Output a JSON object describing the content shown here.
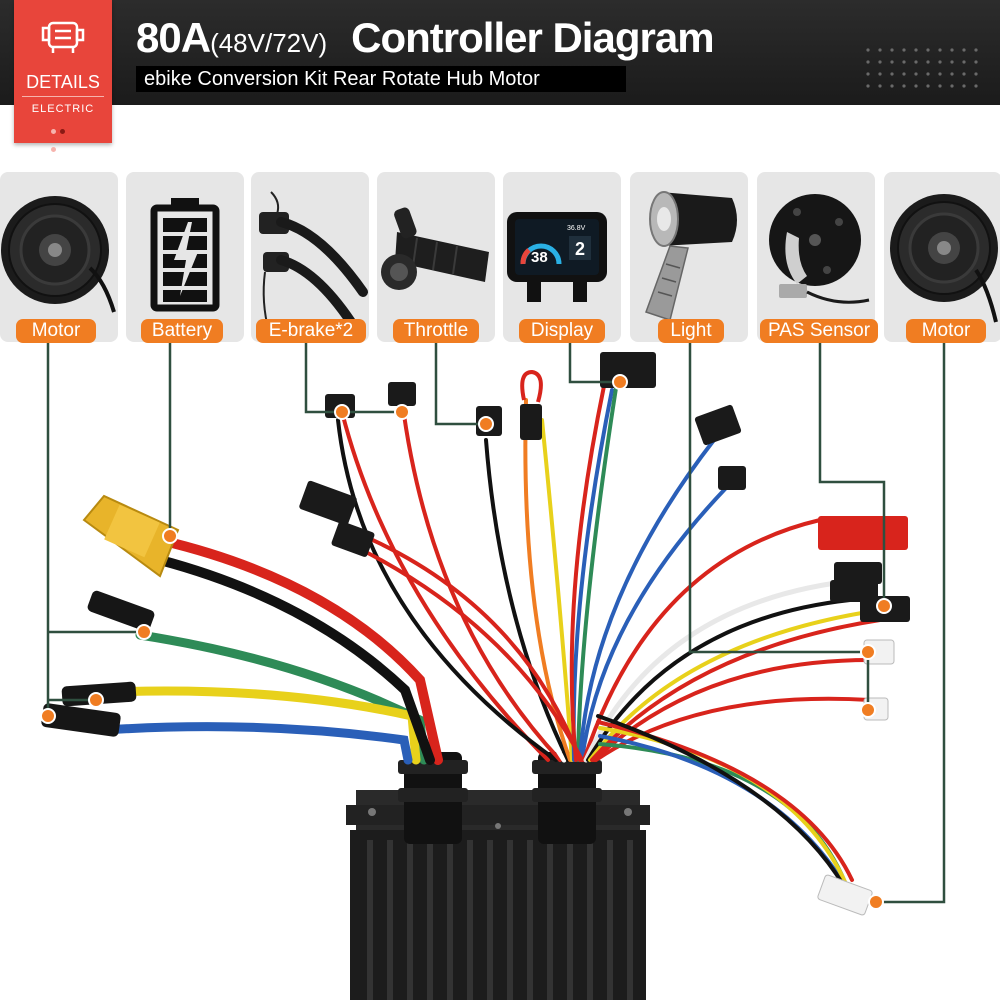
{
  "header": {
    "title_main": "80A",
    "title_voltage": "(48V/72V)",
    "title_rest": "Controller  Diagram",
    "subtitle": "ebike Conversion Kit Rear Rotate Hub Motor"
  },
  "badge": {
    "label": "DETAILS",
    "sublabel": "ELECTRIC",
    "icon": "motor-icon"
  },
  "components": [
    {
      "label": "Motor",
      "icon": "hub-motor-icon"
    },
    {
      "label": "Battery",
      "icon": "battery-icon"
    },
    {
      "label": "E-brake*2",
      "icon": "brake-lever-icon"
    },
    {
      "label": "Throttle",
      "icon": "throttle-grip-icon"
    },
    {
      "label": "Display",
      "icon": "lcd-display-icon"
    },
    {
      "label": "Light",
      "icon": "headlight-icon"
    },
    {
      "label": "PAS Sensor",
      "icon": "pas-sensor-icon"
    },
    {
      "label": "Motor",
      "icon": "hub-motor-icon"
    }
  ],
  "display_screen": {
    "speed": "38",
    "gear": "2",
    "voltage": "36.8V"
  },
  "colors": {
    "accent": "#f07d22",
    "badge": "#e8453b",
    "header": "#1e1e1e",
    "leader_line": "#2f4f3f",
    "card": "#e6e6e6",
    "controller": "#1c1c1c"
  }
}
